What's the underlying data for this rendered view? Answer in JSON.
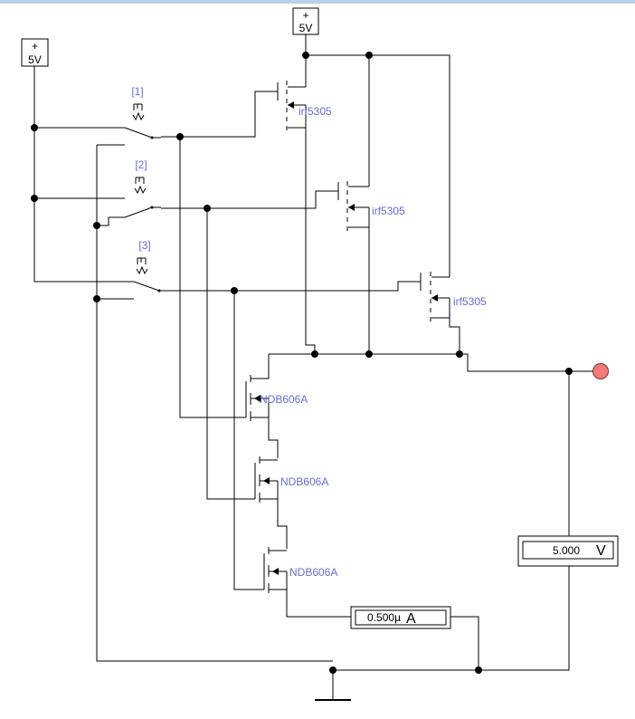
{
  "sources": [
    {
      "plus": "+",
      "label": "5V"
    },
    {
      "plus": "+",
      "label": "5V"
    }
  ],
  "switches": [
    {
      "key": "[1]"
    },
    {
      "key": "[2]"
    },
    {
      "key": "[3]"
    }
  ],
  "pmos": [
    {
      "part": "irf5305"
    },
    {
      "part": "irf5305"
    },
    {
      "part": "irf5305"
    }
  ],
  "nmos": [
    {
      "part": "NDB606A"
    },
    {
      "part": "NDB606A"
    },
    {
      "part": "NDB606A"
    }
  ],
  "ammeter": {
    "value": "0.500µ",
    "unit": "A"
  },
  "voltmeter": {
    "value": "5.000",
    "unit": "V"
  },
  "colors": {
    "probe": "#f27a7a",
    "label": "#6b6bd6",
    "wire": "#000000",
    "window_edge": "#b9d1ea"
  },
  "icons": {
    "ground": "ground-icon",
    "probe": "output-probe-icon"
  }
}
